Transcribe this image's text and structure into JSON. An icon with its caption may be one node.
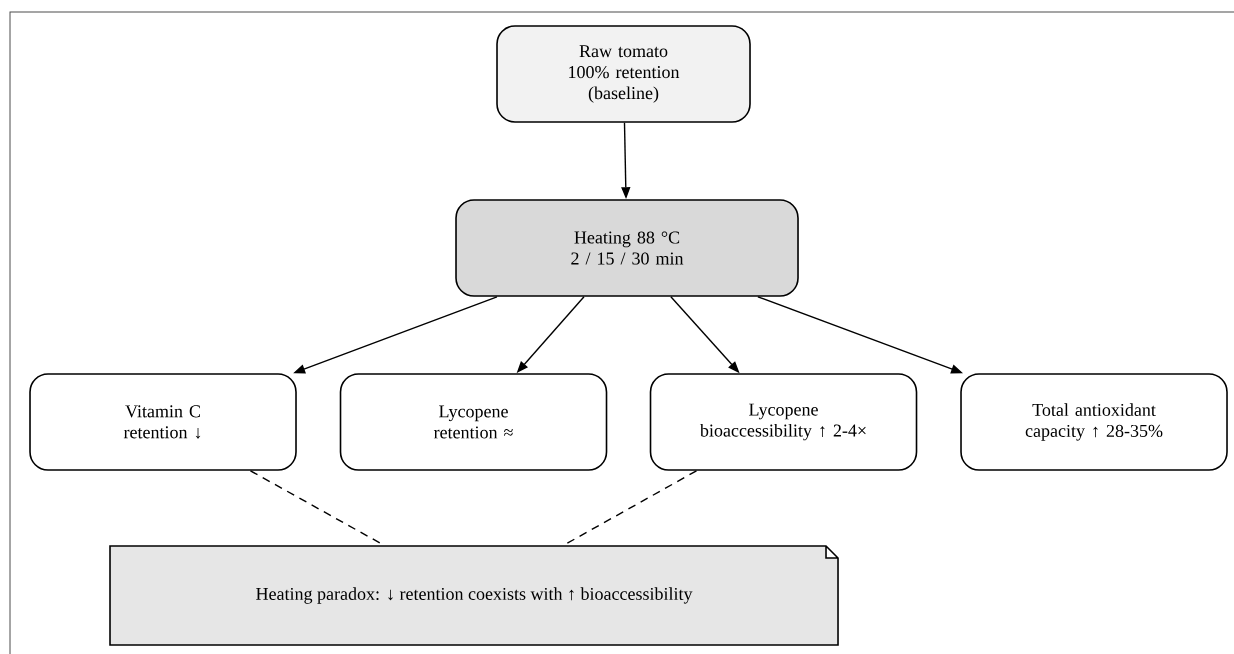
{
  "diagram": {
    "nodes": [
      {
        "text": [
          "Raw tomato 100% retention (baseline)"
        ]
      },
      {
        "text": [
          "Heating 88 °C 2 / 15 / 30 min"
        ]
      },
      {
        "text": [
          "Vitamin C retention ↓"
        ]
      },
      {
        "text": [
          "Lycopene retention ≈"
        ]
      },
      {
        "text": [
          "Lycopene bioaccessibility ↑ 2-4×"
        ]
      },
      {
        "text": [
          "Total antioxidant capacity ↑ 28-35%"
        ]
      },
      {
        "text": [
          "Heating paradox: ↓ retention coexists with ↑ bioaccessibility"
        ]
      }
    ],
    "edges": [
      {
        "from": 0,
        "to": 1,
        "arrow": "to"
      },
      {
        "from": 1,
        "to": 2,
        "arrow": "to"
      },
      {
        "from": 1,
        "to": 3,
        "arrow": "to"
      },
      {
        "from": 1,
        "to": 4,
        "arrow": "to"
      },
      {
        "from": 1,
        "to": 5,
        "arrow": "to"
      },
      {
        "from": 2,
        "to": 6,
        "arrow": "none",
        "style": "dashed"
      },
      {
        "from": 4,
        "to": 6,
        "arrow": "none",
        "style": "dashed"
      }
    ]
  }
}
